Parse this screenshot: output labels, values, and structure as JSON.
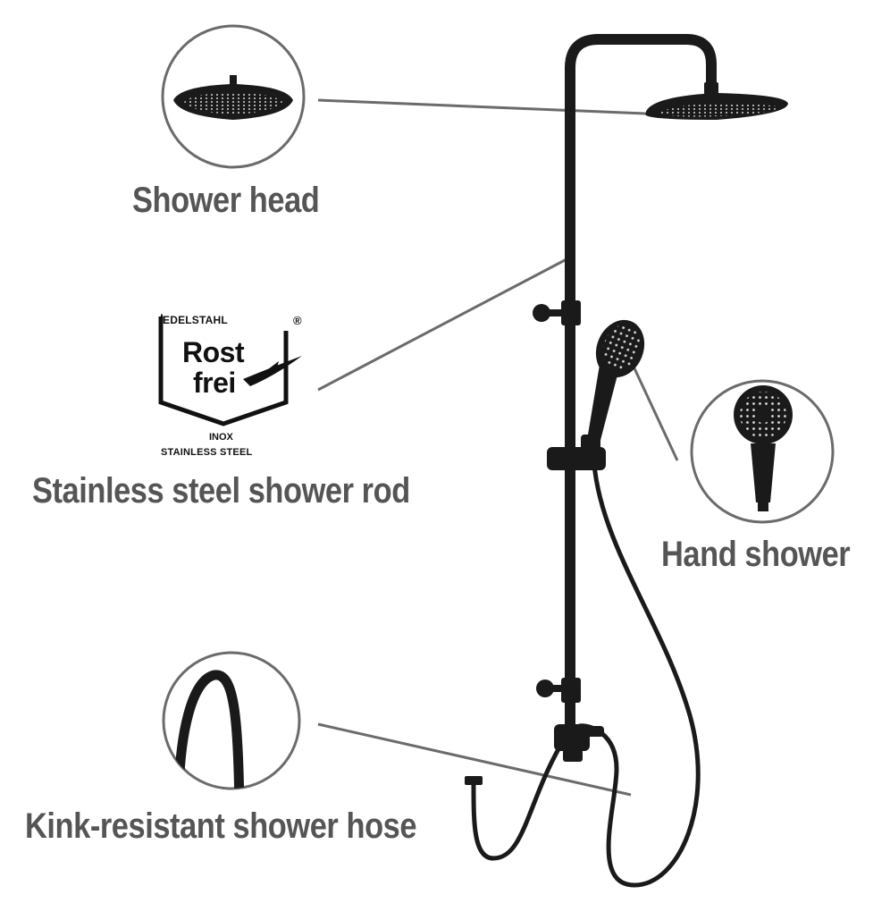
{
  "labels": {
    "shower_head": "Shower head",
    "rod": "Stainless steel shower rod",
    "hand_shower": "Hand shower",
    "hose": "Kink-resistant shower hose"
  },
  "logo": {
    "top_text": "EDELSTAHL",
    "registered": "®",
    "line1": "Rost",
    "line2": "frei",
    "inox": "INOX",
    "stainless": "STAINLESS STEEL"
  },
  "colors": {
    "product": "#1a1a1a",
    "label_text": "#555555",
    "callout_line": "#6b6b6b",
    "circle_stroke": "#6b6b6b",
    "nozzle_dots": "#d8d8d8"
  },
  "icons": [
    "shower-head-detail-icon",
    "hand-shower-detail-icon",
    "shower-hose-detail-icon",
    "rostfrei-logo-icon"
  ]
}
